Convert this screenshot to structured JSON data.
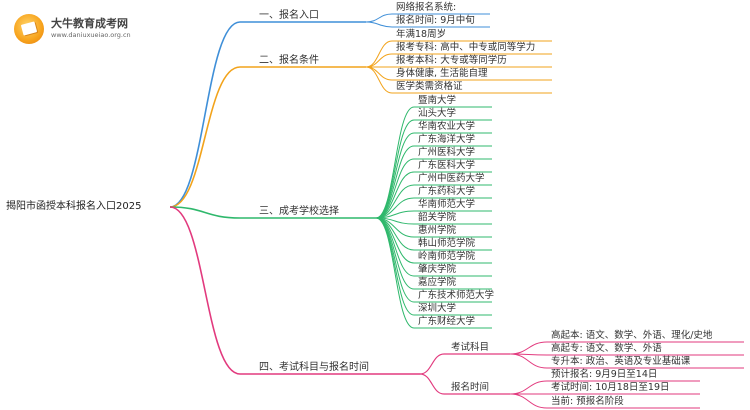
{
  "logo": {
    "title": "大牛教育成考网",
    "url": "www.daniuxueiao.org.cn"
  },
  "root": "揭阳市函授本科报名入口2025",
  "branches": {
    "entry": {
      "label": "一、报名入口",
      "items": [
        "网络报名系统:",
        "报名时间: 9月中旬"
      ]
    },
    "conditions": {
      "label": "二、报名条件",
      "items": [
        "年满18周岁",
        "报考专科: 高中、中专或同等学力",
        "报考本科: 大专或等同学历",
        "身体健康, 生活能自理",
        "医学类需资格证"
      ]
    },
    "schools": {
      "label": "三、成考学校选择",
      "items": [
        "暨南大学",
        "汕头大学",
        "华南农业大学",
        "广东海洋大学",
        "广州医科大学",
        "广东医科大学",
        "广州中医药大学",
        "广东药科大学",
        "华南师范大学",
        "韶关学院",
        "惠州学院",
        "韩山师范学院",
        "岭南师范学院",
        "肇庆学院",
        "嘉应学院",
        "广东技术师范大学",
        "深圳大学",
        "广东财经大学"
      ]
    },
    "exam": {
      "label": "四、考试科目与报名时间",
      "subjects": {
        "label": "考试科目",
        "items": [
          "高起本: 语文、数学、外语、理化/史地",
          "高起专: 语文、数学、外语",
          "专升本: 政治、英语及专业基础课"
        ]
      },
      "timing": {
        "label": "报名时间",
        "items": [
          "预计报名: 9月9日至14日",
          "考试时间: 10月18日至19日",
          "当前: 预报名阶段"
        ]
      }
    }
  },
  "colors": {
    "entry": "#3f8fd8",
    "conditions": "#f2a31b",
    "schools": "#2fb86c",
    "exam": "#e23a7e",
    "text": "#333333"
  }
}
